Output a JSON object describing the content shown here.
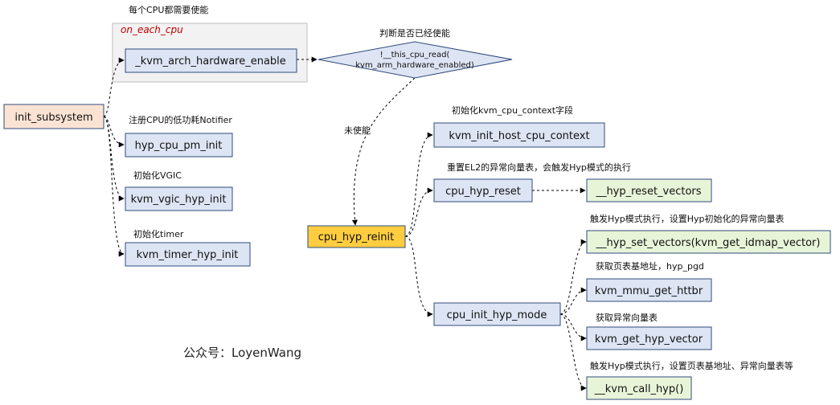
{
  "colors": {
    "blue_box_fill": "#dde4f3",
    "blue_box_stroke": "#2f4b7c",
    "green_box_fill": "#e8f4d8",
    "green_box_stroke": "#2f4b7c",
    "orange_box_fill": "#fbe3d4",
    "yellow_box_fill": "#ffcd3f",
    "group_fill": "#f2f2f2",
    "group_label": "#c00000"
  },
  "group": {
    "label": "on_each_cpu",
    "note": "每个CPU都需要使能"
  },
  "decision": {
    "question": "判断是否已经使能",
    "line1": "!__this_cpu_read(",
    "line2": "kvm_arm_hardware_enabled)",
    "edge_label": "未使能"
  },
  "nodes": {
    "init_subsystem": "init_subsystem",
    "kvm_arch_hardware_enable": "_kvm_arch_hardware_enable",
    "hyp_cpu_pm_init": "hyp_cpu_pm_init",
    "kvm_vgic_hyp_init": "kvm_vgic_hyp_init",
    "kvm_timer_hyp_init": "kvm_timer_hyp_init",
    "cpu_hyp_reinit": "cpu_hyp_reinit",
    "kvm_init_host_cpu_context": "kvm_init_host_cpu_context",
    "cpu_hyp_reset": "cpu_hyp_reset",
    "hyp_reset_vectors": "__hyp_reset_vectors",
    "cpu_init_hyp_mode": "cpu_init_hyp_mode",
    "hyp_set_vectors": "__hyp_set_vectors(kvm_get_idmap_vector)",
    "kvm_mmu_get_httbr": "kvm_mmu_get_httbr",
    "kvm_get_hyp_vector": "kvm_get_hyp_vector",
    "kvm_call_hyp": "__kvm_call_hyp()"
  },
  "annotations": {
    "hyp_cpu_pm_init": "注册CPU的低功耗Notifier",
    "kvm_vgic_hyp_init": "初始化VGIC",
    "kvm_timer_hyp_init": "初始化timer",
    "kvm_init_host_cpu_context": "初始化kvm_cpu_context字段",
    "cpu_hyp_reset": "重置EL2的异常向量表，会触发Hyp模式的执行",
    "hyp_set_vectors": "触发Hyp模式执行，设置Hyp初始化的异常向量表",
    "kvm_mmu_get_httbr": "获取页表基地址，hyp_pgd",
    "kvm_get_hyp_vector": "获取异常向量表",
    "kvm_call_hyp": "触发Hyp模式执行，设置页表基地址、异常向量表等"
  },
  "watermark": "公众号：LoyenWang"
}
